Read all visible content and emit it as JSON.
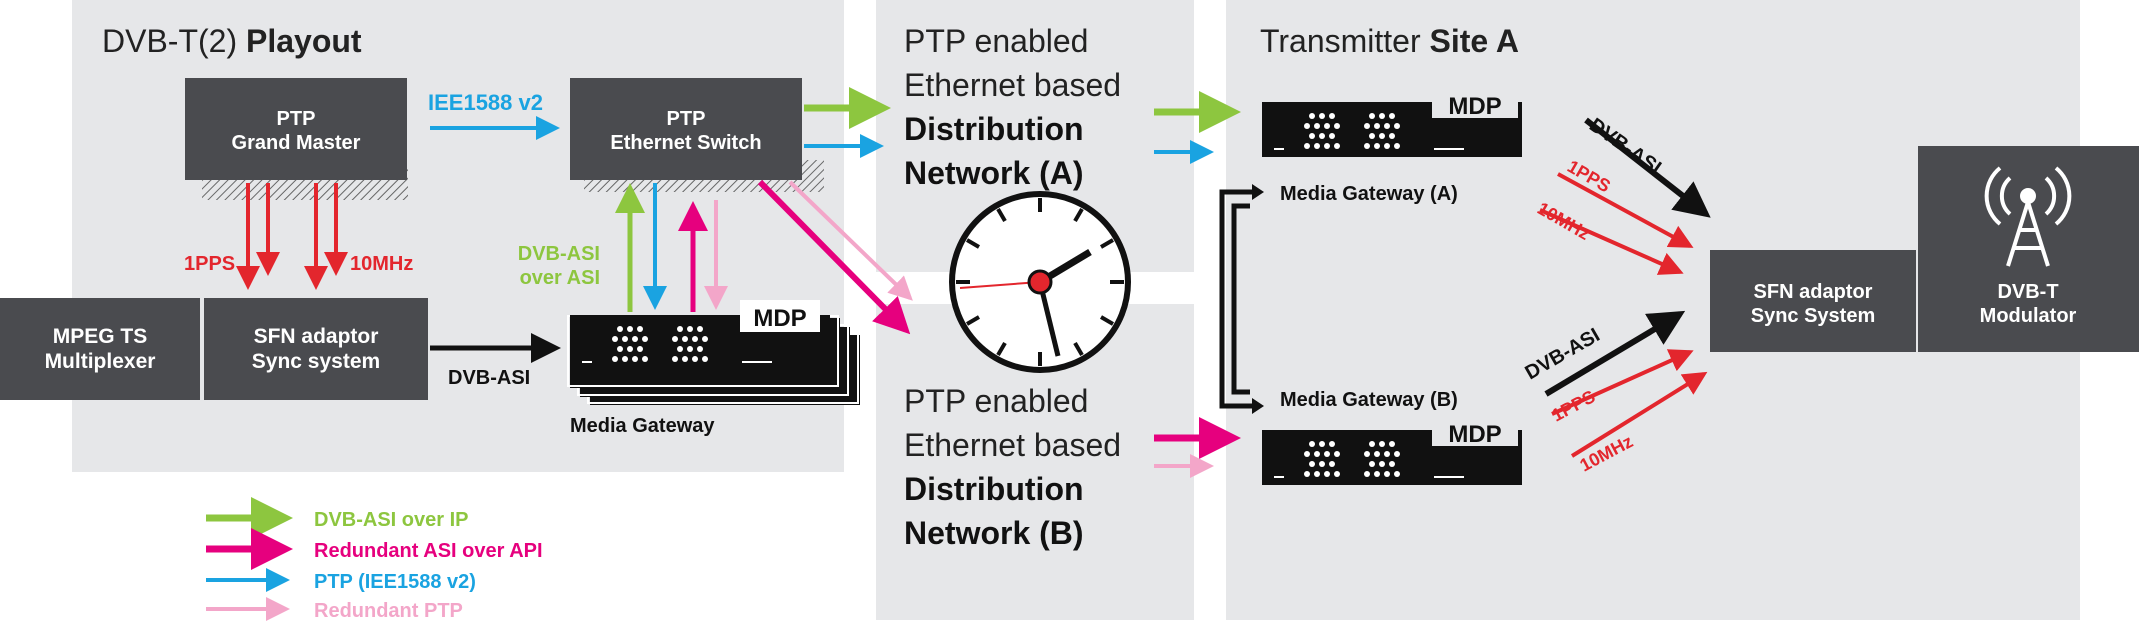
{
  "colors": {
    "panel": "#e6e7e9",
    "box": "#4a4b4f",
    "green": "#8dc63f",
    "magenta": "#e6007e",
    "blue": "#1aa3e1",
    "pink": "#f3a6c9",
    "red": "#e3262d",
    "black": "#111111"
  },
  "playout": {
    "title_plain": "DVB-T(2) ",
    "title_bold": "Playout",
    "ptp_gm_line1": "PTP",
    "ptp_gm_line2": "Grand Master",
    "ieee_label": "IEE1588 v2",
    "ptp_switch_line1": "PTP",
    "ptp_switch_line2": "Ethernet Switch",
    "pps_label": "1PPS",
    "mhz_label": "10MHz",
    "dvbasi_ip_line1": "DVB-ASI",
    "dvbasi_ip_line2": "over ASI",
    "mpeg_line1": "MPEG TS",
    "mpeg_line2": "Multiplexer",
    "sfn_line1": "SFN adaptor",
    "sfn_line2": "Sync system",
    "dvbasi_label": "DVB-ASI",
    "mdp_label": "MDP",
    "media_gateway": "Media Gateway"
  },
  "network_a": {
    "line1": "PTP enabled",
    "line2": "Ethernet based",
    "line3": "Distribution",
    "line4": "Network (A)"
  },
  "network_b": {
    "line1": "PTP enabled",
    "line2": "Ethernet based",
    "line3": "Distribution",
    "line4": "Network (B)"
  },
  "site": {
    "title_plain": "Transmitter ",
    "title_bold": "Site A",
    "mdp_label_a": "MDP",
    "mdp_label_b": "MDP",
    "gateway_a": "Media Gateway (A)",
    "gateway_b": "Media Gateway (B)",
    "dvbasi_a": "DVB-ASI",
    "pps_a": "1PPS",
    "mhz_a": "10MHz",
    "dvbasi_b": "DVB-ASI",
    "pps_b": "1PPS",
    "mhz_b": "10MHz",
    "sfn_line1": "SFN adaptor",
    "sfn_line2": "Sync System",
    "mod_line1": "DVB-T",
    "mod_line2": "Modulator"
  },
  "legend": [
    {
      "label": "DVB-ASI over IP",
      "color": "#8dc63f"
    },
    {
      "label": "Redundant ASI over API",
      "color": "#e6007e"
    },
    {
      "label": "PTP (IEE1588 v2)",
      "color": "#1aa3e1"
    },
    {
      "label": "Redundant PTP",
      "color": "#f3a6c9"
    }
  ]
}
